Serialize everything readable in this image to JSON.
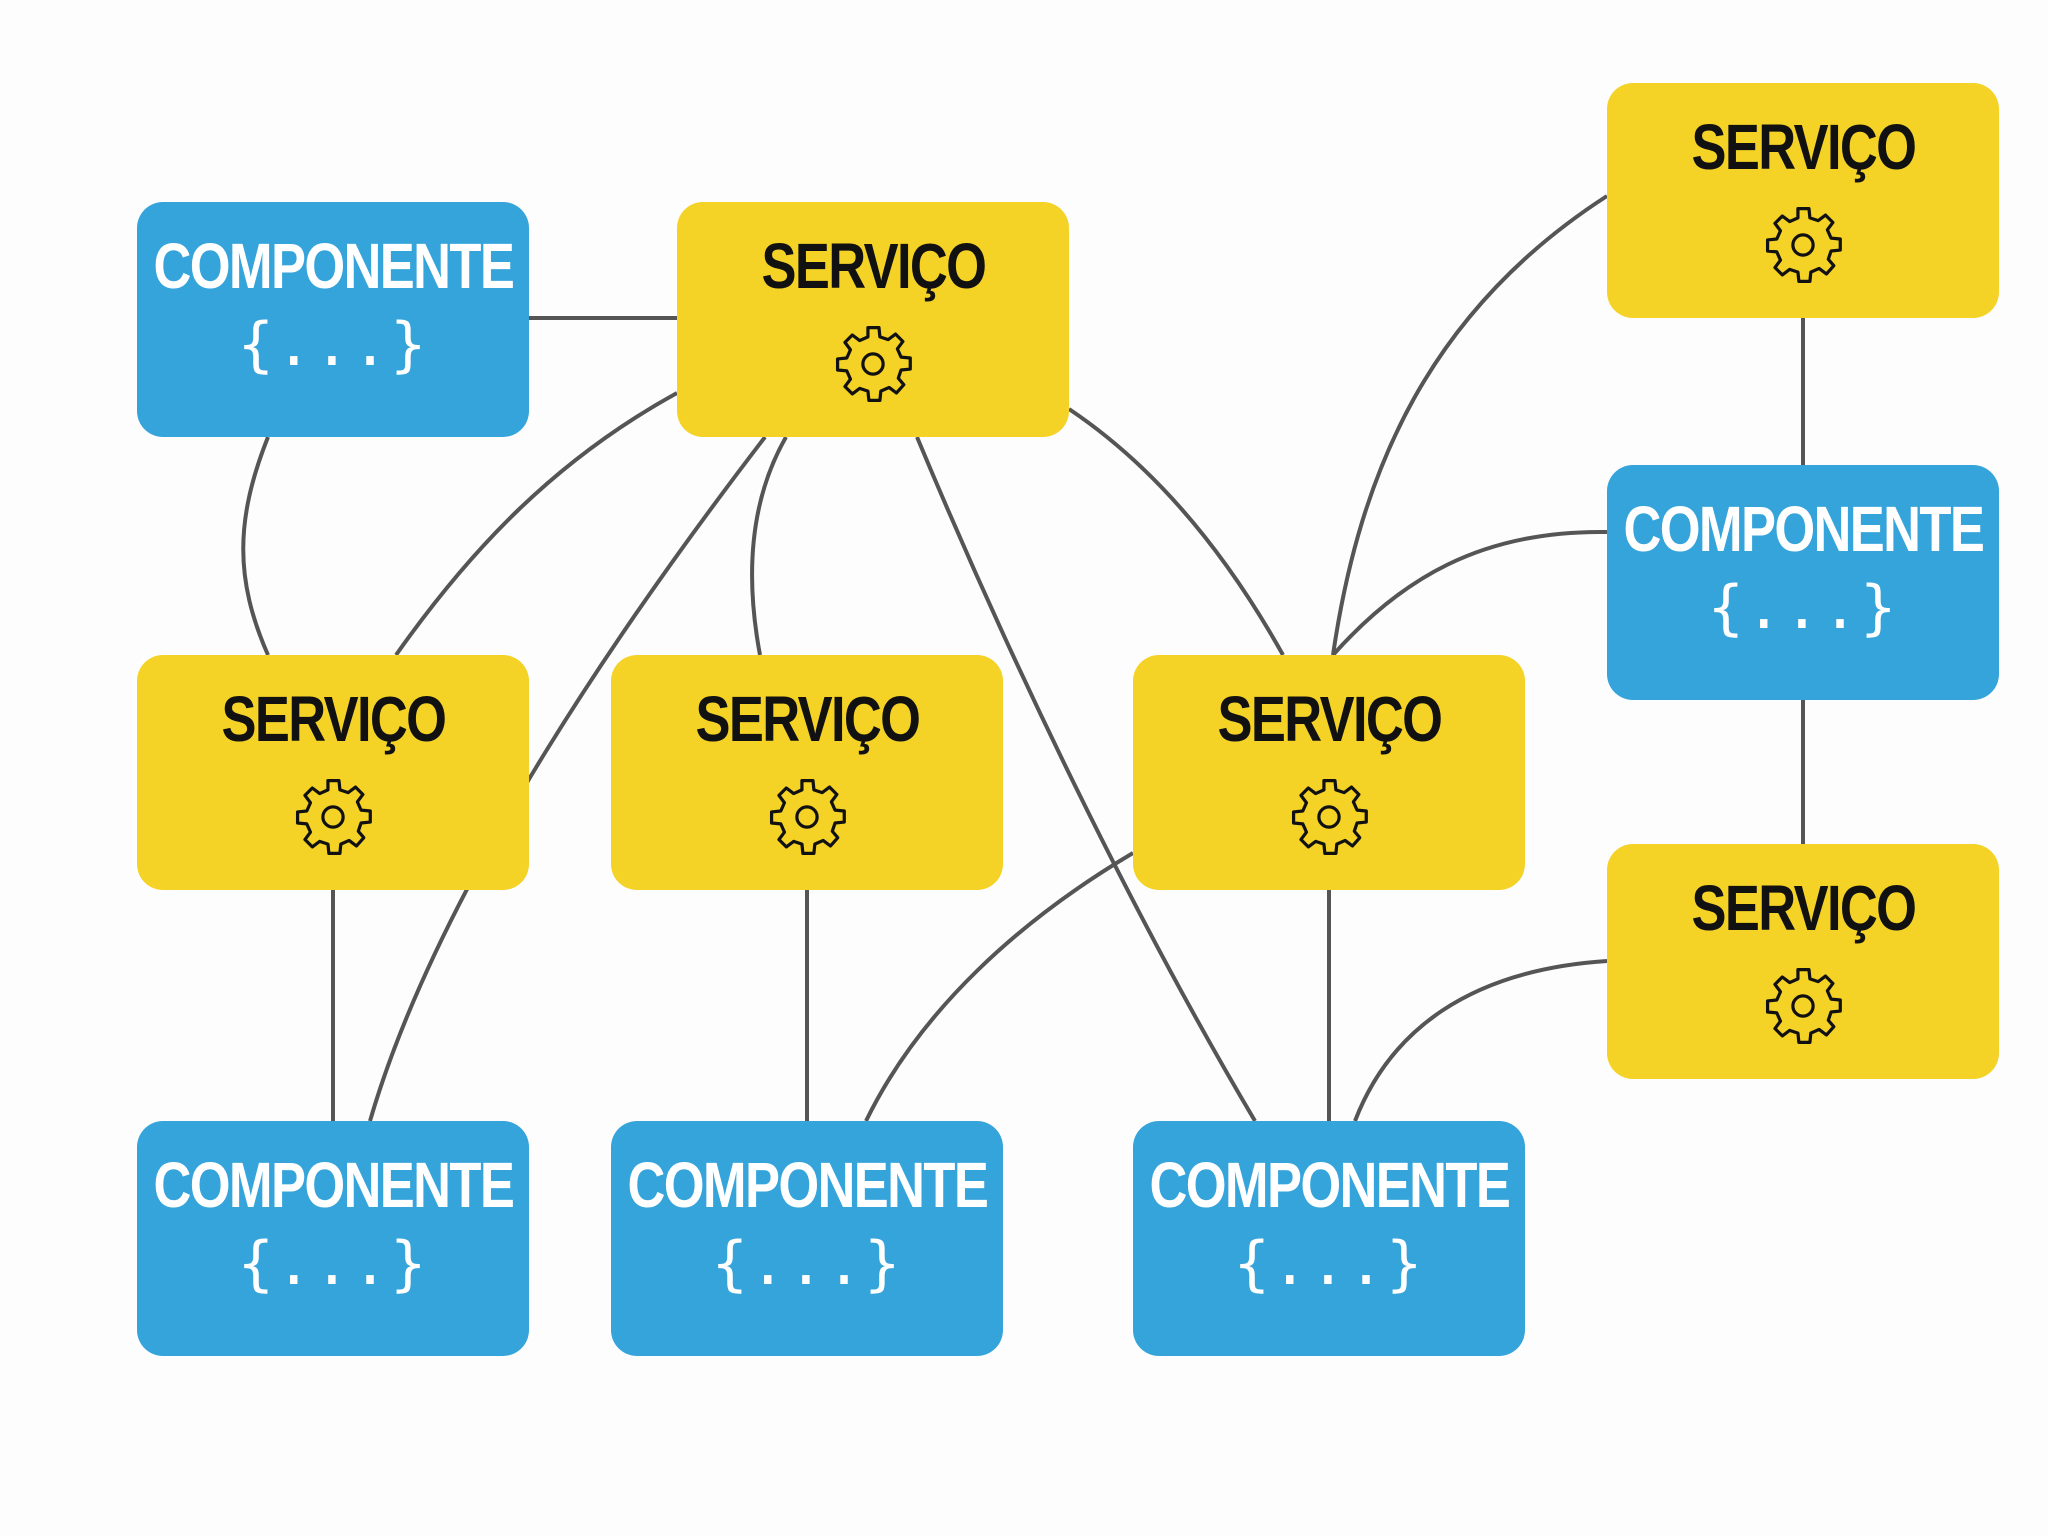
{
  "colors": {
    "component": "#35a4db",
    "service": "#f4d226",
    "edge": "#555555"
  },
  "icons": {
    "service": "gear-icon"
  },
  "nodes": [
    {
      "id": "c1",
      "type": "component",
      "label": "COMPONENTE",
      "braces": "{...}"
    },
    {
      "id": "s1",
      "type": "service",
      "label": "SERVIÇO"
    },
    {
      "id": "s_tr",
      "type": "service",
      "label": "SERVIÇO"
    },
    {
      "id": "s2",
      "type": "service",
      "label": "SERVIÇO"
    },
    {
      "id": "s3",
      "type": "service",
      "label": "SERVIÇO"
    },
    {
      "id": "s4",
      "type": "service",
      "label": "SERVIÇO"
    },
    {
      "id": "c_r",
      "type": "component",
      "label": "COMPONENTE",
      "braces": "{...}"
    },
    {
      "id": "s_r",
      "type": "service",
      "label": "SERVIÇO"
    },
    {
      "id": "c2",
      "type": "component",
      "label": "COMPONENTE",
      "braces": "{...}"
    },
    {
      "id": "c3",
      "type": "component",
      "label": "COMPONENTE",
      "braces": "{...}"
    },
    {
      "id": "c4",
      "type": "component",
      "label": "COMPONENTE",
      "braces": "{...}"
    }
  ],
  "edges": [
    [
      "c1",
      "s1"
    ],
    [
      "c1",
      "s2"
    ],
    [
      "s1",
      "s2"
    ],
    [
      "s1",
      "c2"
    ],
    [
      "s1",
      "s3"
    ],
    [
      "s1",
      "c4"
    ],
    [
      "s1",
      "s4"
    ],
    [
      "s2",
      "c2"
    ],
    [
      "s3",
      "c3"
    ],
    [
      "s4",
      "c3"
    ],
    [
      "s4",
      "c4"
    ],
    [
      "s4",
      "s_tr"
    ],
    [
      "s4",
      "c_r"
    ],
    [
      "s_tr",
      "c_r"
    ],
    [
      "c_r",
      "s_r"
    ],
    [
      "s_r",
      "c4"
    ]
  ]
}
